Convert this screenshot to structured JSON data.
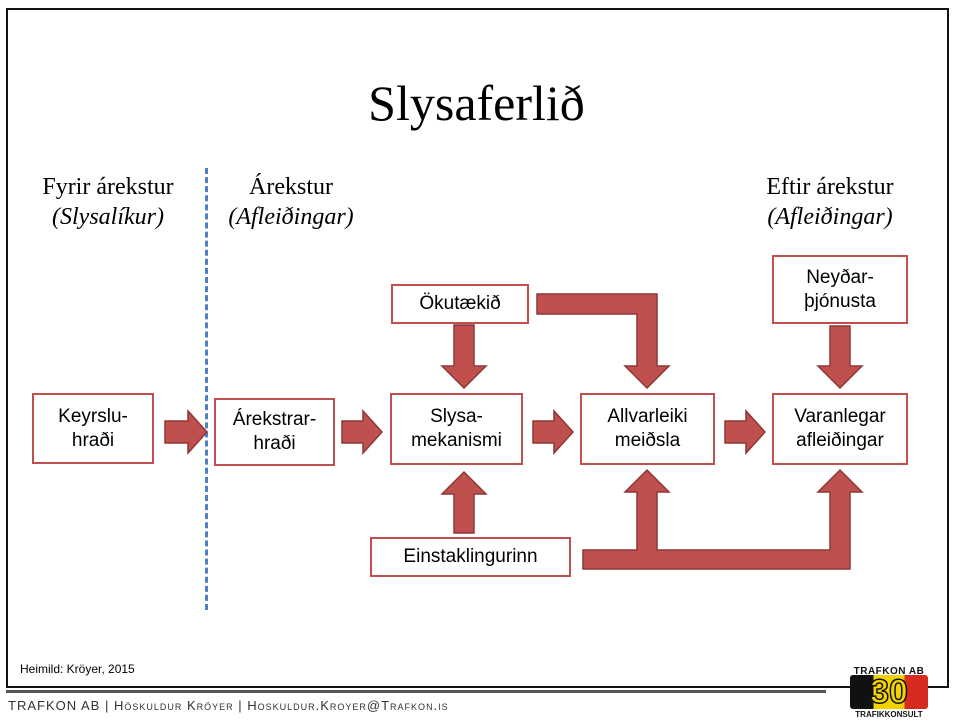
{
  "title": "Slysaferlið",
  "phases": {
    "before": {
      "label": "Fyrir árekstur",
      "sub": "(Slysalíkur)"
    },
    "during": {
      "label": "Árekstur",
      "sub": "(Afleiðingar)"
    },
    "after": {
      "label": "Eftir árekstur",
      "sub": "(Afleiðingar)"
    }
  },
  "nodes": {
    "keyrsluhradi": "Keyrslu-\nhraði",
    "arekstrarhradi": "Árekstrar-\nhraði",
    "slysamekanismi": "Slysa-\nmekanismi",
    "allvarleiki": "Allvarleiki\nmeiðsla",
    "varanlegar": "Varanlegar\nafleiðingar",
    "okutaekid": "Ökutækið",
    "einstaklingurinn": "Einstaklingurinn",
    "neydarthjonusta": "Neyðar-\nþjónusta"
  },
  "source": "Heimild: Kröyer, 2015",
  "footer": "TRAFKON AB | Höskuldur Kröyer | Hoskuldur.Kroyer@Trafkon.is",
  "logo": {
    "top": "TRAFKON AB",
    "number": "30",
    "bottom": "TRAFIKKONSULT"
  },
  "colors": {
    "arrow_fill": "#c0504d",
    "arrow_stroke": "#8c3836",
    "box_border": "#c0504d",
    "divider": "#4f81bd"
  }
}
